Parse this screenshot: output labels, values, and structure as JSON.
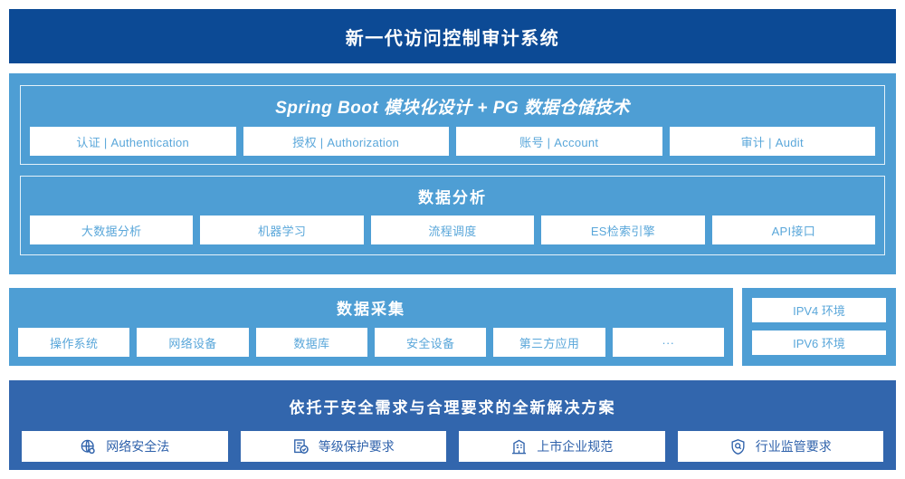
{
  "header": {
    "title": "新一代访问控制审计系统",
    "bg_color": "#0c4a95"
  },
  "colors": {
    "panel_blue": "#4e9ed4",
    "bottom_blue": "#3266ad",
    "chip_text": "#5aa7da",
    "bottom_chip_text": "#2f62ab"
  },
  "architecture": {
    "spring_layer": {
      "heading": "Spring Boot 模块化设计 + PG 数据仓储技术",
      "items": [
        {
          "label": "认证 | Authentication"
        },
        {
          "label": "授权 | Authorization"
        },
        {
          "label": "账号 | Account"
        },
        {
          "label": "审计 | Audit"
        }
      ]
    },
    "analysis_layer": {
      "heading": "数据分析",
      "items": [
        {
          "label": "大数据分析"
        },
        {
          "label": "机器学习"
        },
        {
          "label": "流程调度"
        },
        {
          "label": "ES检索引擎"
        },
        {
          "label": "API接口"
        }
      ]
    },
    "collection_layer": {
      "heading": "数据采集",
      "items": [
        {
          "label": "操作系统"
        },
        {
          "label": "网络设备"
        },
        {
          "label": "数据库"
        },
        {
          "label": "安全设备"
        },
        {
          "label": "第三方应用"
        },
        {
          "label": "···"
        }
      ]
    },
    "environment_panel": {
      "items": [
        {
          "label": "IPV4 环境"
        },
        {
          "label": "IPV6 环境"
        }
      ]
    },
    "compliance_layer": {
      "heading": "依托于安全需求与合理要求的全新解决方案",
      "items": [
        {
          "label": "网络安全法",
          "icon": "globe-icon"
        },
        {
          "label": "等级保护要求",
          "icon": "document-check-icon"
        },
        {
          "label": "上市企业规范",
          "icon": "building-icon"
        },
        {
          "label": "行业监管要求",
          "icon": "shield-search-icon"
        }
      ]
    }
  }
}
